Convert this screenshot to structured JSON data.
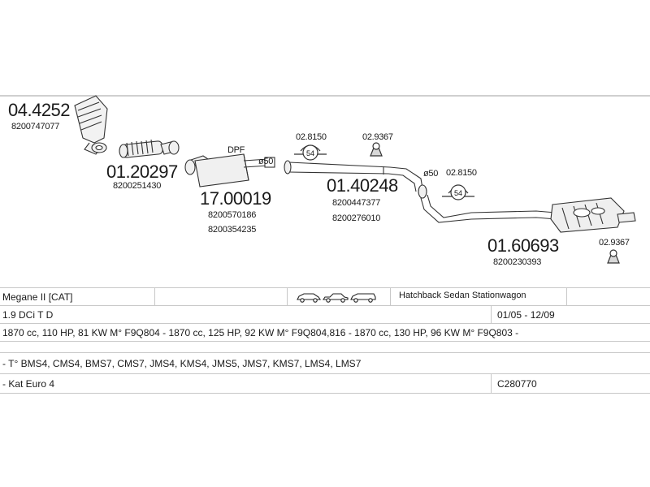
{
  "parts": [
    {
      "main": "04.4252",
      "sub": [
        "8200747077"
      ]
    },
    {
      "main": "01.20297",
      "sub": [
        "8200251430"
      ]
    },
    {
      "main": "17.00019",
      "sub": [
        "8200570186",
        "8200354235"
      ]
    },
    {
      "main": "01.40248",
      "sub": [
        "8200447377",
        "8200276010"
      ]
    },
    {
      "main": "01.60693",
      "sub": [
        "8200230393"
      ]
    }
  ],
  "small_parts": [
    "02.8150",
    "02.9367",
    "02.8150",
    "02.9367"
  ],
  "labels": {
    "dpf": "DPF",
    "diam1": "ø50",
    "diam2": "ø50",
    "ring_size": "54"
  },
  "table": {
    "model": "Megane II  [CAT]",
    "body_types": "Hatchback Sedan Stationwagon",
    "engine": "1.9 DCi T D",
    "years": "01/05 - 12/09",
    "specs": "1870 cc, 110 HP, 81 KW M° F9Q804 - 1870 cc, 125 HP, 92 KW M° F9Q804,816 - 1870 cc, 130 HP, 96 KW M° F9Q803 -",
    "codes": "- T° BMS4, CMS4, BMS7, CMS7, JMS4, KMS4, JMS5, JMS7, KMS7, LMS4, LMS7",
    "emission": "- Kat Euro 4",
    "catalog_code": "C280770"
  },
  "icons": [
    "catalytic-converter-icon",
    "flex-pipe-icon",
    "dpf-filter-icon",
    "clamp-ring-icon",
    "rubber-mount-icon",
    "middle-pipe-icon",
    "rear-muffler-icon",
    "hatchback-icon",
    "sedan-icon",
    "stationwagon-icon"
  ]
}
